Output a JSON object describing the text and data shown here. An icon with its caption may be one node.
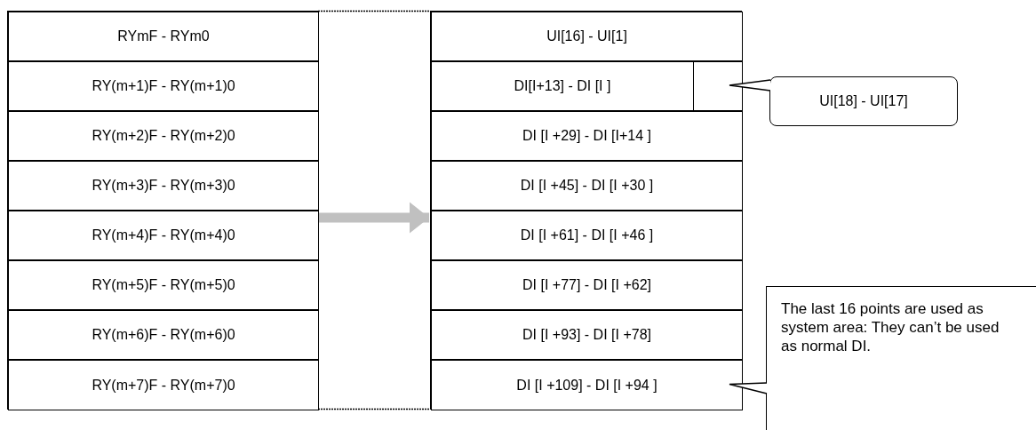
{
  "diagram": {
    "nodes": [
      {
        "text": [],
        "shape": "box"
      },
      {
        "text": [
          "RYmF - RYm0"
        ],
        "in": 0
      },
      {
        "text": [
          "RY(m+1)F - RY(m+1)0"
        ],
        "in": 0
      },
      {
        "text": [
          "RY(m+2)F - RY(m+2)0"
        ],
        "in": 0
      },
      {
        "text": [
          "RY(m+3)F - RY(m+3)0"
        ],
        "in": 0
      },
      {
        "text": [
          "RY(m+4)F - RY(m+4)0"
        ],
        "in": 0
      },
      {
        "text": [
          "RY(m+5)F - RY(m+5)0"
        ],
        "in": 0
      },
      {
        "text": [
          "RY(m+6)F - RY(m+6)0"
        ],
        "in": 0
      },
      {
        "text": [
          "RY(m+7)F - RY(m+7)0"
        ],
        "in": 0
      },
      {
        "text": [],
        "shape": "box"
      },
      {
        "text": [
          "UI[16] - UI[1]"
        ],
        "in": 9
      },
      {
        "text": [
          "DI[I+13] - DI [I ]"
        ],
        "in": 9
      },
      {
        "text": [],
        "shape": "box",
        "in": 9
      },
      {
        "text": [
          "DI [I +29] - DI [I+14 ]"
        ],
        "in": 9
      },
      {
        "text": [
          "DI [I +45] - DI [I +30 ]"
        ],
        "in": 9
      },
      {
        "text": [
          "DI [I +61] - DI [I +46 ]"
        ],
        "in": 9
      },
      {
        "text": [
          "DI [I +77] - DI [I +62]"
        ],
        "in": 9
      },
      {
        "text": [
          "DI [I +93] - DI [I +78]"
        ],
        "in": 9
      },
      {
        "text": [
          "DI [I +109] - DI [I +94 ]"
        ],
        "in": 9
      },
      {
        "text": [
          "UI[18] - UI[17]"
        ]
      },
      {
        "text": [
          "The last 16 points are used as system area: They can’t be used as normal DI."
        ]
      }
    ],
    "edges": [
      {
        "from": 0,
        "to": 9,
        "arrow": "to",
        "style": "thick",
        "color": "#c0c0c0"
      },
      {
        "from": 19,
        "to": 12,
        "arrow": "none"
      },
      {
        "from": 20,
        "to": 18,
        "arrow": "none"
      }
    ]
  }
}
